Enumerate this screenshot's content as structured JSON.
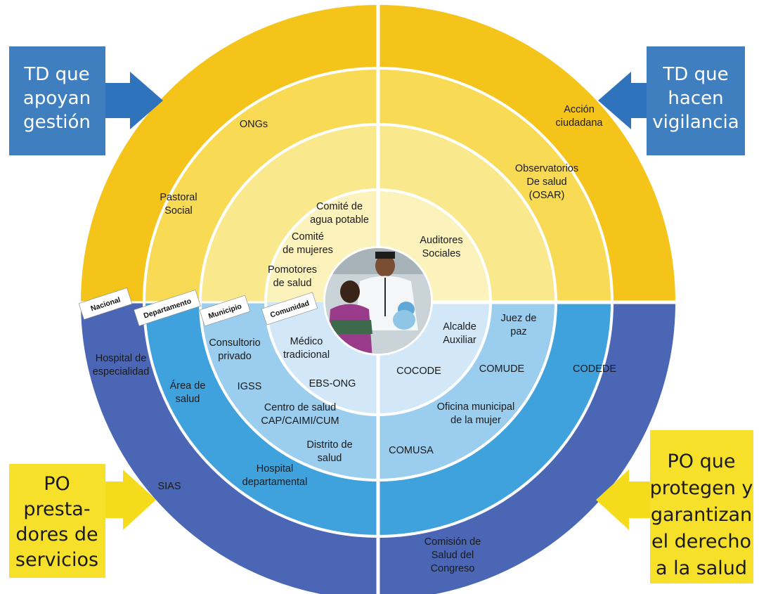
{
  "corner_boxes": {
    "top_left": [
      "TD que",
      "apoyan",
      "gestión"
    ],
    "top_right": [
      "TD que",
      "hacen",
      "vigilancia"
    ],
    "bottom_left": [
      "PO",
      "presta-",
      "dores de",
      "servicios"
    ],
    "bottom_right": [
      "PO que",
      "protegen y",
      "garantizan",
      "el derecho",
      "a la salud"
    ]
  },
  "levels": [
    "Nacional",
    "Departamento",
    "Municipio",
    "Comunidad"
  ],
  "labels": {
    "ongs": [
      "ONGs"
    ],
    "pastoral_social": [
      "Pastoral",
      "Social"
    ],
    "accion_ciudadana": [
      "Acción",
      "ciudadana"
    ],
    "observatorios": [
      "Observatorios",
      "De salud",
      "(OSAR)"
    ],
    "comite_agua": [
      "Comité de",
      "agua potable"
    ],
    "comite_mujeres": [
      "Comité",
      "de mujeres"
    ],
    "promotores": [
      "Pomotores",
      "de salud"
    ],
    "auditores": [
      "Auditores",
      "Sociales"
    ],
    "hospital_especialidad": [
      "Hospital de",
      "especialidad"
    ],
    "consultorio": [
      "Consultorio",
      "privado"
    ],
    "medico": [
      "Médico",
      "tradicional"
    ],
    "area_salud": [
      "Área de",
      "salud"
    ],
    "igss": [
      "IGSS"
    ],
    "ebs_ong": [
      "EBS-ONG"
    ],
    "centro_salud": [
      "Centro de salud",
      "CAP/CAIMI/CUM"
    ],
    "distrito": [
      "Distrito de",
      "salud"
    ],
    "hospital_departamental": [
      "Hospital",
      "departamental"
    ],
    "sias": [
      "SIAS"
    ],
    "alcalde": [
      "Alcalde",
      "Auxiliar"
    ],
    "juez": [
      "Juez de",
      "paz"
    ],
    "cocode": [
      "COCODE"
    ],
    "comude": [
      "COMUDE"
    ],
    "codede": [
      "CODEDE"
    ],
    "oficina_mujer": [
      "Oficina municipal",
      "de la mujer"
    ],
    "comusa": [
      "COMUSA"
    ],
    "comision": [
      "Comisión de",
      "Salud del",
      "Congreso"
    ]
  },
  "colors": {
    "ring_yellow_outer": "#f4c41a",
    "ring_yellow_2": "#f8da55",
    "ring_yellow_3": "#fae88d",
    "ring_yellow_4": "#fcf2bc",
    "ring_blue_outer": "#4a66b5",
    "ring_blue_2": "#3fa2dc",
    "ring_blue_3": "#9bcdee",
    "ring_blue_4": "#d2e8f8",
    "box_blue": "#3f7fc0",
    "box_yellow": "#f7e02a",
    "arrow_blue": "#2f73bd",
    "arrow_yellow": "#f4dc1c"
  }
}
